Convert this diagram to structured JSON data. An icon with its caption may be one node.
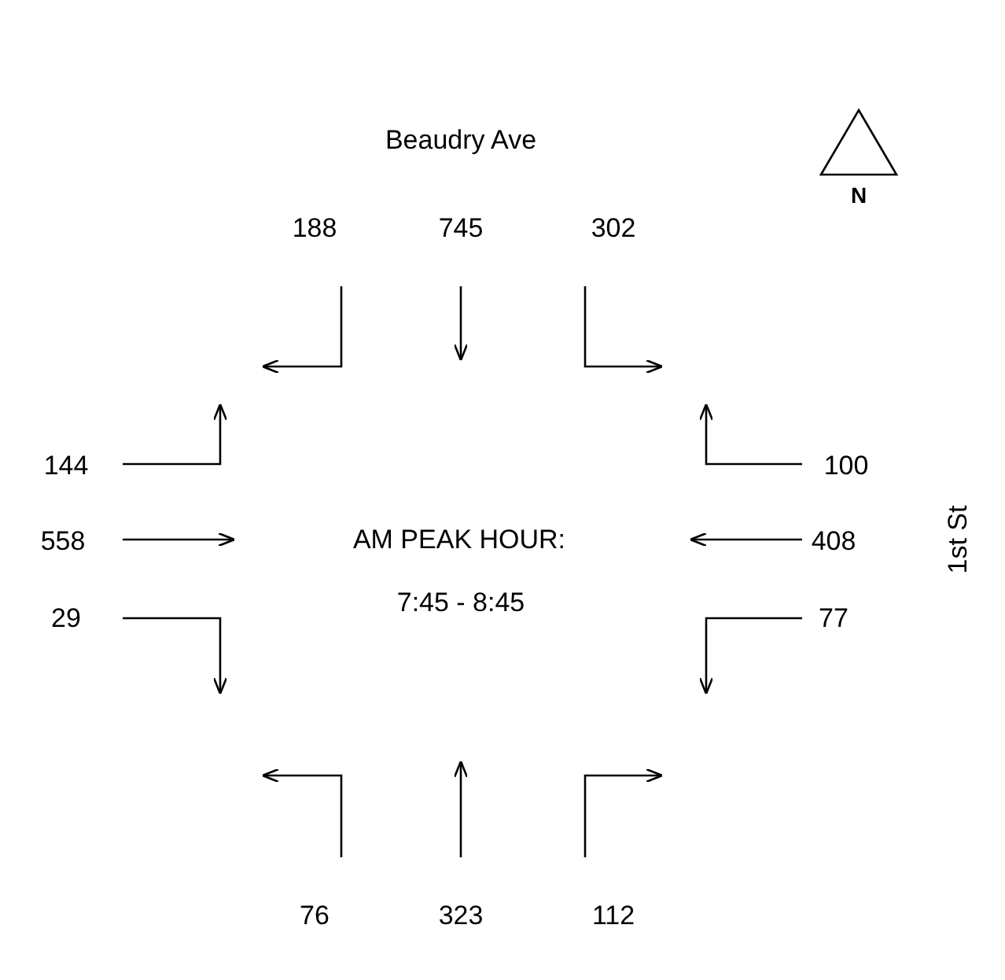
{
  "diagram": {
    "labels": [
      "N",
      "Beaudry Ave",
      "188",
      "745",
      "302",
      "144",
      "100",
      "558",
      "AM PEAK HOUR:",
      "408",
      "1st St",
      "7:45 - 8:45",
      "29",
      "77",
      "76",
      "323",
      "112"
    ]
  }
}
